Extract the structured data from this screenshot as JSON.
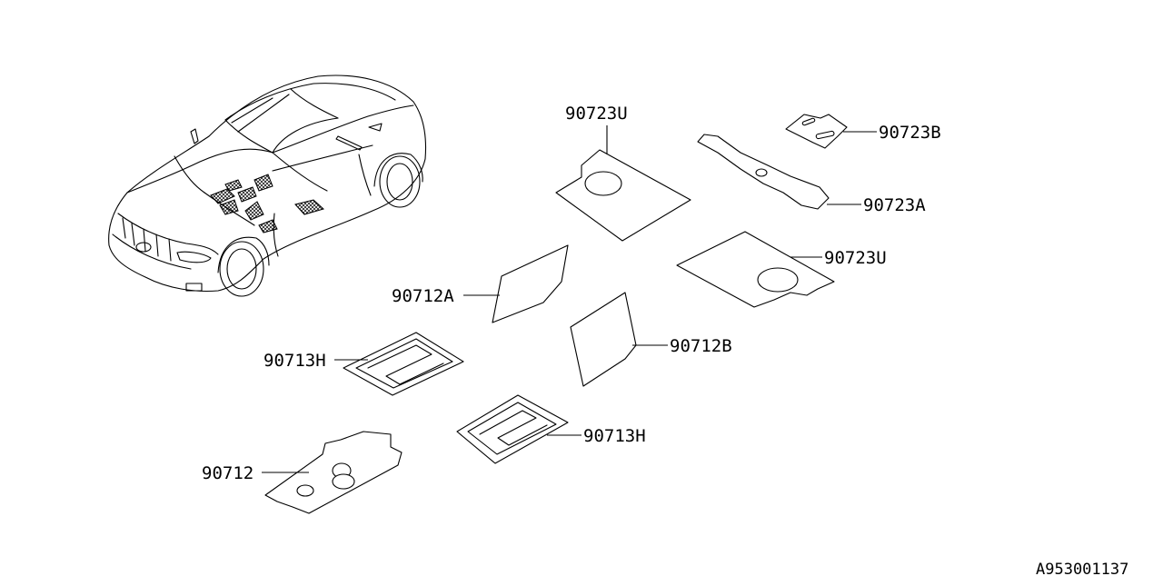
{
  "diagram": {
    "callouts": {
      "c1": "90723U",
      "c2": "90723B",
      "c3": "90723A",
      "c4": "90723U",
      "c5": "90712A",
      "c6": "90712B",
      "c7": "90713H",
      "c8": "90713H",
      "c9": "90712"
    },
    "figure_id": "A953001137"
  }
}
